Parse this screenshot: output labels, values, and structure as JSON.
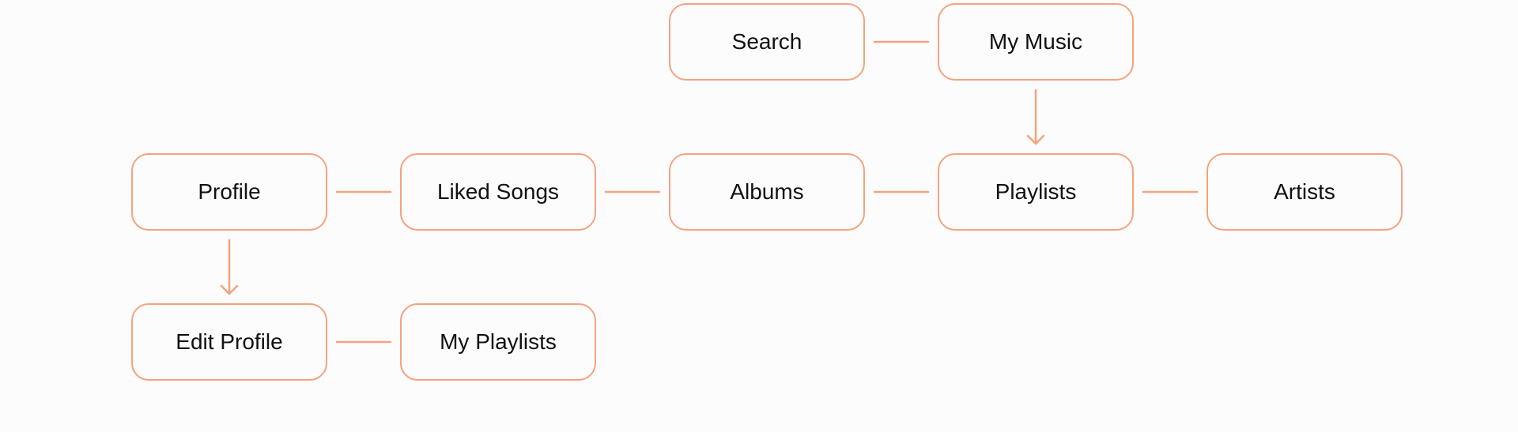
{
  "diagram": {
    "accent_color": "#f4a37f",
    "text_color": "#111111",
    "background_color": "#fcfcfc",
    "nodes": {
      "search": "Search",
      "my_music": "My Music",
      "profile": "Profile",
      "liked_songs": "Liked Songs",
      "albums": "Albums",
      "playlists": "Playlists",
      "artists": "Artists",
      "edit_profile": "Edit Profile",
      "my_playlists": "My Playlists"
    },
    "edges": [
      {
        "from": "Search",
        "to": "My Music",
        "arrow": false
      },
      {
        "from": "My Music",
        "to": "Playlists",
        "arrow": true
      },
      {
        "from": "Profile",
        "to": "Liked Songs",
        "arrow": false
      },
      {
        "from": "Liked Songs",
        "to": "Albums",
        "arrow": false
      },
      {
        "from": "Albums",
        "to": "Playlists",
        "arrow": false
      },
      {
        "from": "Playlists",
        "to": "Artists",
        "arrow": false
      },
      {
        "from": "Profile",
        "to": "Edit Profile",
        "arrow": true
      },
      {
        "from": "Edit Profile",
        "to": "My Playlists",
        "arrow": false
      }
    ]
  }
}
